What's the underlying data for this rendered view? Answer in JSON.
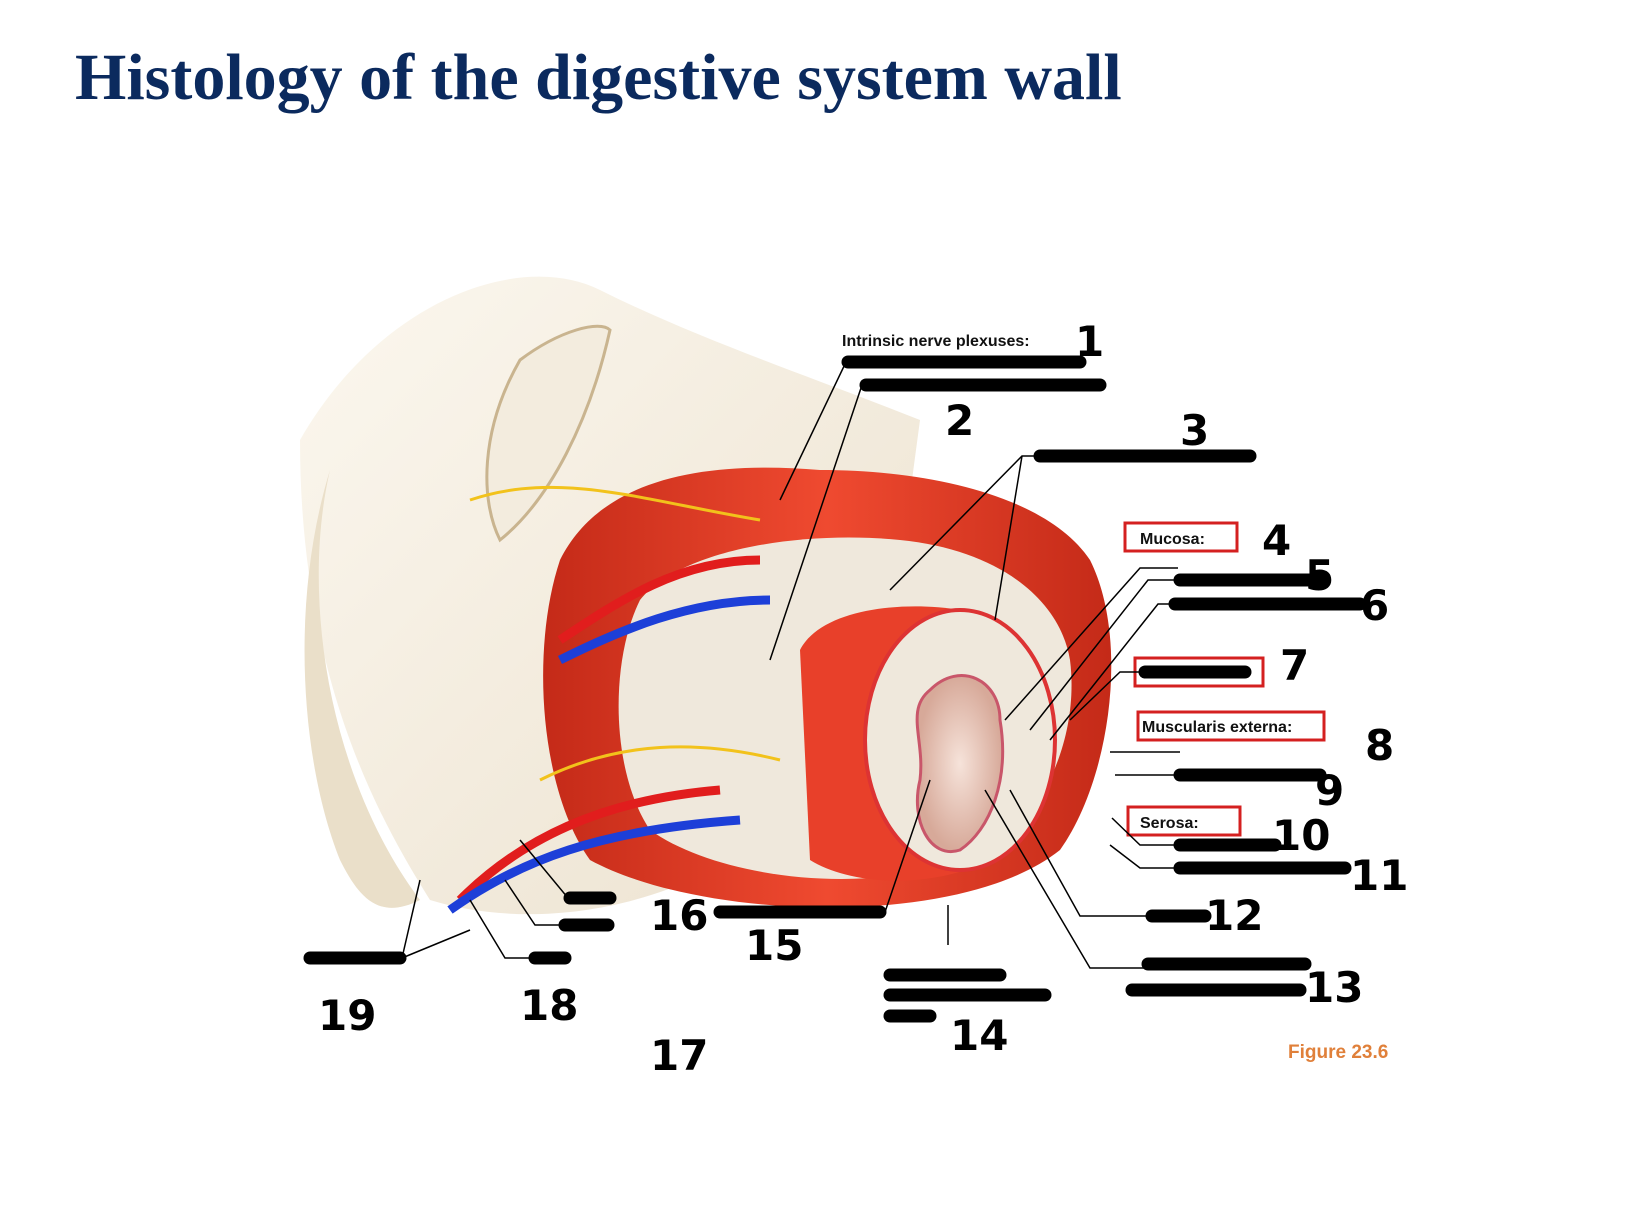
{
  "title": "Histology of the digestive system wall",
  "figure_label": "Figure 23.6",
  "headings": {
    "nerve_plexuses": "Intrinsic nerve plexuses:",
    "mucosa": "Mucosa:",
    "muscularis_externa": "Muscularis externa:",
    "serosa": "Serosa:"
  },
  "numbers": [
    "1",
    "2",
    "3",
    "4",
    "5",
    "6",
    "7",
    "8",
    "9",
    "10",
    "11",
    "12",
    "13",
    "14",
    "15",
    "16",
    "17",
    "18",
    "19"
  ],
  "colors": {
    "title": "#0b2a5e",
    "muscle": "#e8402a",
    "submucosa": "#efe8dc",
    "artery": "#e11d1d",
    "vein": "#1d3fd8",
    "nerve": "#f2c21b",
    "box": "#d42020",
    "figure_label": "#e0803a"
  }
}
